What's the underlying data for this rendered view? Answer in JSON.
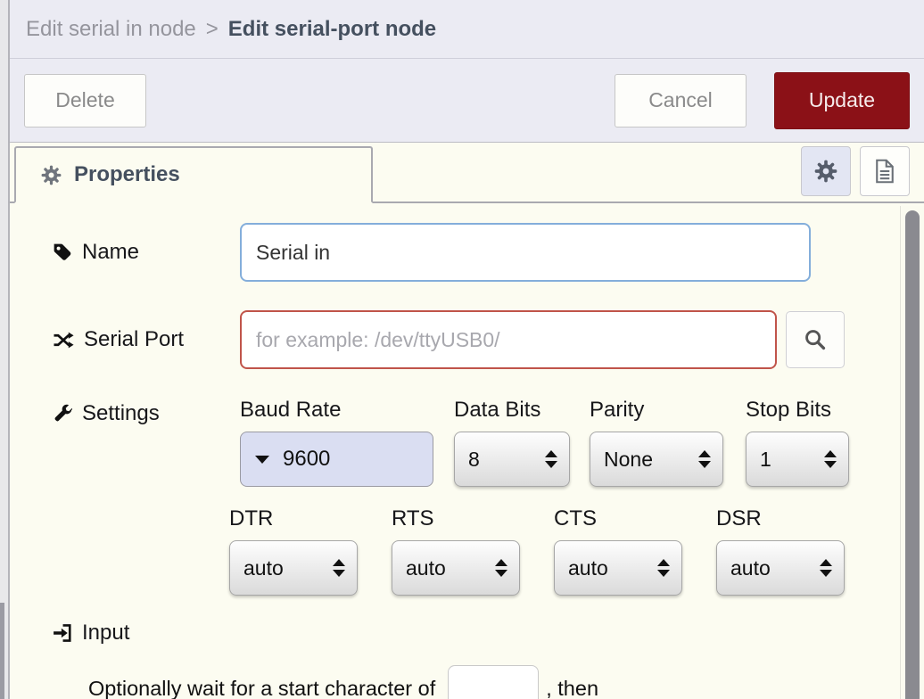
{
  "header": {
    "breadcrumb": {
      "parent": "Edit serial in node",
      "separator": ">",
      "current": "Edit serial-port node"
    }
  },
  "toolbar": {
    "delete_label": "Delete",
    "cancel_label": "Cancel",
    "update_label": "Update"
  },
  "tabs": {
    "properties_label": "Properties"
  },
  "form": {
    "name": {
      "label": "Name",
      "value": "Serial in"
    },
    "serial_port": {
      "label": "Serial Port",
      "value": "",
      "placeholder": "for example: /dev/ttyUSB0/"
    },
    "settings": {
      "label": "Settings"
    },
    "baud_rate": {
      "label": "Baud Rate",
      "value": "9600"
    },
    "data_bits": {
      "label": "Data Bits",
      "value": "8"
    },
    "parity": {
      "label": "Parity",
      "value": "None"
    },
    "stop_bits": {
      "label": "Stop Bits",
      "value": "1"
    },
    "dtr": {
      "label": "DTR",
      "value": "auto"
    },
    "rts": {
      "label": "RTS",
      "value": "auto"
    },
    "cts": {
      "label": "CTS",
      "value": "auto"
    },
    "dsr": {
      "label": "DSR",
      "value": "auto"
    },
    "input_section": {
      "label": "Input",
      "wait_prefix": "Optionally wait for a start character of",
      "start_character_value": "",
      "wait_suffix": ", then"
    }
  },
  "icons": {
    "tab": "cog-icon",
    "tab_buttons": [
      "cog-icon",
      "document-icon"
    ],
    "name_row": "tag-icon",
    "serial_row": "shuffle-icon",
    "serial_search": "search-icon",
    "settings_row": "wrench-icon",
    "input_row": "sign-in-icon",
    "baud_dropdown": "caret-down-icon",
    "selects": "spinner-arrows-icon"
  },
  "colors": {
    "accent_red": "#8b1117",
    "header_bg": "#ebebf3",
    "content_bg": "#fcfcf1",
    "focus_border": "#84aedb",
    "error_border": "#c0544a",
    "baud_select_bg": "#dadef2",
    "selected_icon_button_bg": "#e3e6f3",
    "scrollbar_thumb": "#8a8a90",
    "breadcrumb_active": "#45505f"
  }
}
